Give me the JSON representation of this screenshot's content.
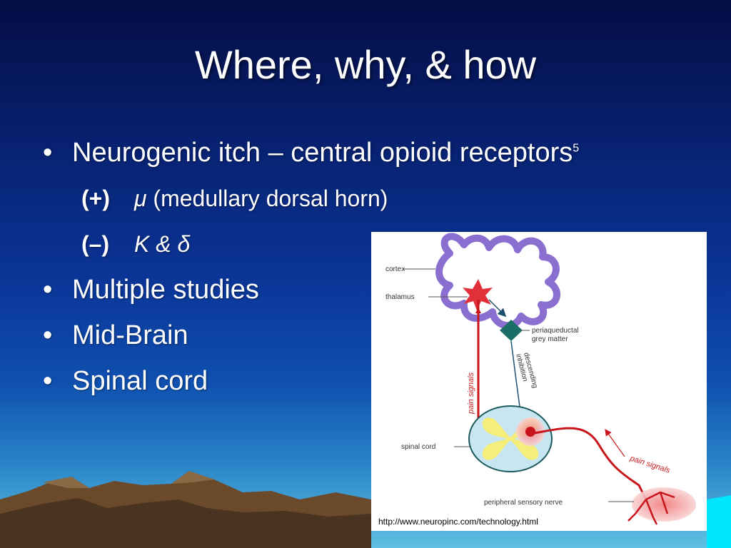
{
  "slide": {
    "title": "Where, why, & how",
    "bullets": [
      {
        "text": "Neurogenic itch – central opioid receptors",
        "sup": "5"
      },
      {
        "text": "Multiple studies"
      },
      {
        "text": "Mid-Brain"
      },
      {
        "text": "Spinal cord"
      }
    ],
    "subitems": [
      {
        "sign": "(+)",
        "greek": "μ",
        "rest": " (medullary dorsal horn)"
      },
      {
        "sign": "(–)",
        "greek": "K & δ",
        "rest": ""
      }
    ],
    "bullet_glyph": "•"
  },
  "figure": {
    "labels": {
      "cortex": "cortex",
      "thalamus": "thalamus",
      "pag_line1": "periaqueductal",
      "pag_line2": "grey matter",
      "descending_line1": "descending",
      "descending_line2": "inhibition",
      "pain_signals_vertical": "pain signals",
      "spinal_cord": "spinal cord",
      "pain_signals_curve": "pain signals",
      "peripheral_nerve": "peripheral sensory nerve"
    },
    "url": "http://www.neuropinc.com/technology.html",
    "colors": {
      "cortex": "#8a6fd0",
      "signal": "#c8151b",
      "pag": "#1b6e66",
      "arrow": "#1b4f6e",
      "cord_fill": "#c8e6f2",
      "grey_matter": "#f5ee7a"
    }
  }
}
